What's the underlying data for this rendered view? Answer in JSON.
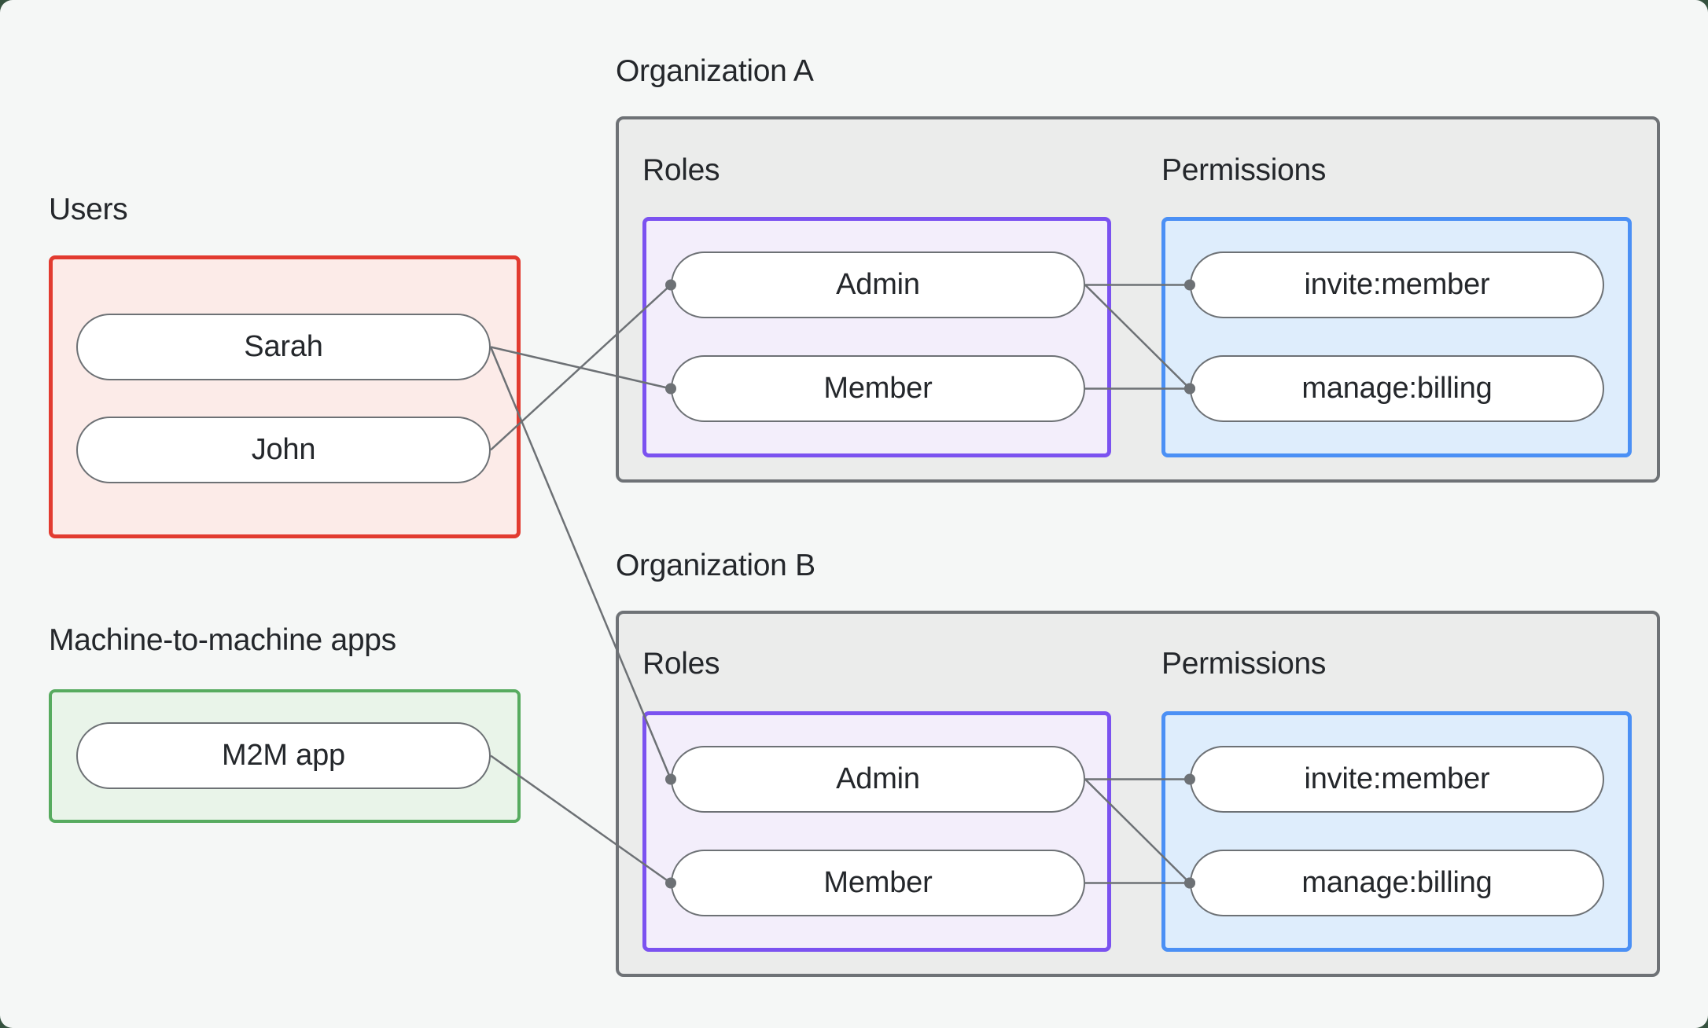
{
  "colors": {
    "page_behind": "#35523f",
    "card_bg": "#f5f7f6",
    "text": "#24272b",
    "outline_gray": "#6d7175",
    "org_fill": "#ebeceb",
    "org_border": "#6e7276",
    "users_fill": "#fcebe8",
    "users_border": "#e23b30",
    "m2m_fill": "#e9f4e9",
    "m2m_border": "#57ab5f",
    "roles_fill": "#f3eefb",
    "roles_border": "#7b52f0",
    "perms_fill": "#deedfc",
    "perms_border": "#4b90f5",
    "pill_fill": "#ffffff"
  },
  "users_group": {
    "label": "Users",
    "items": [
      {
        "id": "sarah",
        "label": "Sarah"
      },
      {
        "id": "john",
        "label": "John"
      }
    ]
  },
  "m2m_group": {
    "label": "Machine-to-machine apps",
    "items": [
      {
        "id": "m2m",
        "label": "M2M app"
      }
    ]
  },
  "organizations": [
    {
      "id": "orgA",
      "label": "Organization A",
      "roles_label": "Roles",
      "permissions_label": "Permissions",
      "roles": [
        {
          "id": "orgA-admin",
          "label": "Admin"
        },
        {
          "id": "orgA-member",
          "label": "Member"
        }
      ],
      "permissions": [
        {
          "id": "orgA-invite",
          "label": "invite:member"
        },
        {
          "id": "orgA-manage",
          "label": "manage:billing"
        }
      ]
    },
    {
      "id": "orgB",
      "label": "Organization B",
      "roles_label": "Roles",
      "permissions_label": "Permissions",
      "roles": [
        {
          "id": "orgB-admin",
          "label": "Admin"
        },
        {
          "id": "orgB-member",
          "label": "Member"
        }
      ],
      "permissions": [
        {
          "id": "orgB-invite",
          "label": "invite:member"
        },
        {
          "id": "orgB-manage",
          "label": "manage:billing"
        }
      ]
    }
  ],
  "edges": [
    {
      "from": "sarah",
      "to": "orgA-member"
    },
    {
      "from": "john",
      "to": "orgA-admin"
    },
    {
      "from": "sarah",
      "to": "orgB-admin"
    },
    {
      "from": "m2m",
      "to": "orgB-member"
    },
    {
      "from": "orgA-admin",
      "to": "orgA-invite"
    },
    {
      "from": "orgA-admin",
      "to": "orgA-manage"
    },
    {
      "from": "orgA-member",
      "to": "orgA-manage"
    },
    {
      "from": "orgB-admin",
      "to": "orgB-invite"
    },
    {
      "from": "orgB-admin",
      "to": "orgB-manage"
    },
    {
      "from": "orgB-member",
      "to": "orgB-manage"
    }
  ]
}
